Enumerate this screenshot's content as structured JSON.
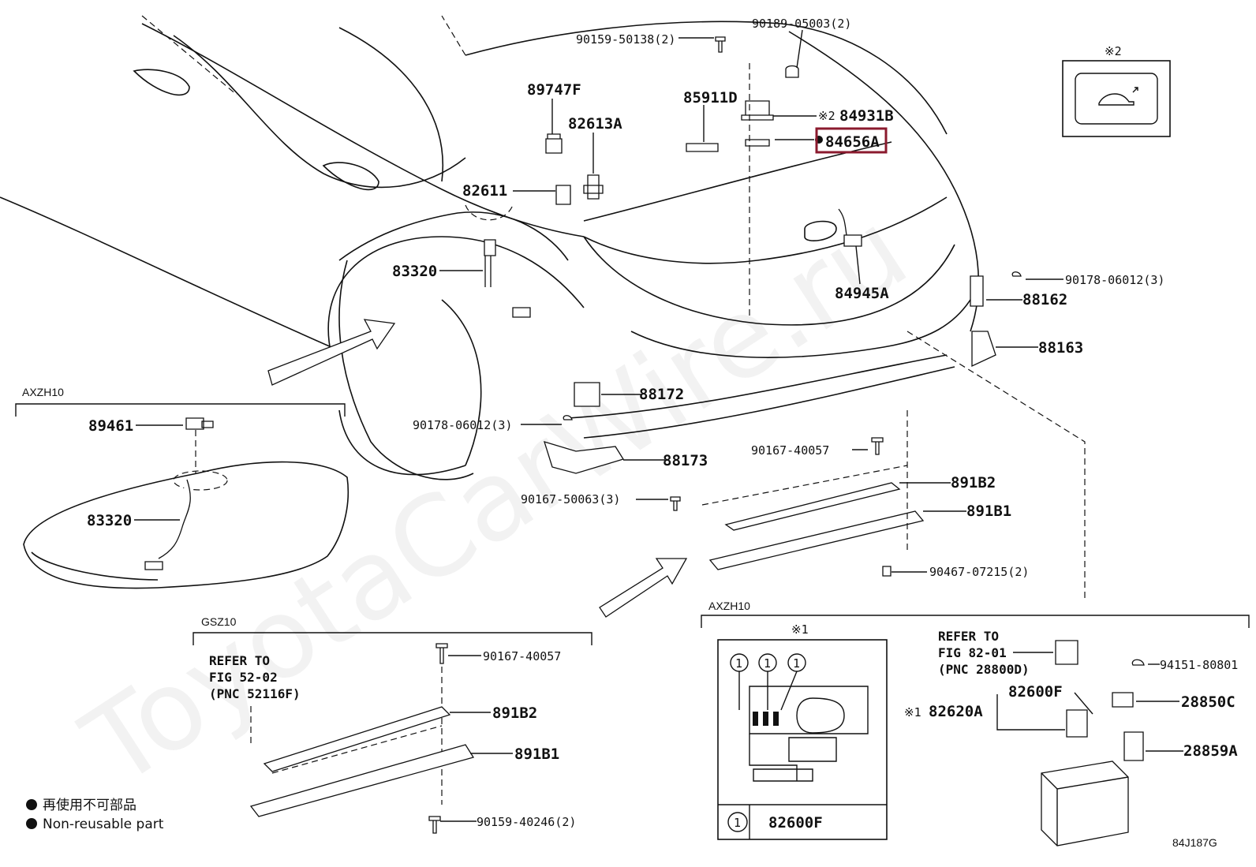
{
  "watermark": "ToyotaCarWire.ru",
  "figure_code": "84J187G",
  "highlight_color": "#8b1a2e",
  "sections": {
    "axzh10_left": "AXZH10",
    "gsz10": "GSZ10",
    "axzh10_right": "AXZH10"
  },
  "top_parts": {
    "p9015950138": "90159-50138(2)",
    "p9018905003": "90189-05003(2)",
    "p89747F": "89747F",
    "p82613A": "82613A",
    "p85911D": "85911D",
    "p84931B": "84931B",
    "mark_2": "※2",
    "p84656A": "84656A",
    "p82611": "82611",
    "p83320": "83320",
    "p84945A": "84945A",
    "p9017806012r": "90178-06012(3)",
    "p88162": "88162",
    "p88163": "88163",
    "p88172": "88172",
    "p9017806012l": "90178-06012(3)",
    "p88173": "88173",
    "p9016740057": "90167-40057",
    "p891B2": "891B2",
    "p9016750063": "90167-50063(3)",
    "p891B1": "891B1",
    "p9046707215": "90467-07215(2)"
  },
  "inset_switch": {
    "mark": "※2"
  },
  "axzh10_left": {
    "p89461": "89461",
    "p83320": "83320"
  },
  "gsz10": {
    "refer_line1": "REFER TO",
    "refer_line2": "FIG 52-02",
    "refer_line3": "(PNC 52116F)",
    "p9016740057": "90167-40057",
    "p891B2": "891B2",
    "p891B1": "891B1",
    "p9015940246": "90159-40246(2)"
  },
  "axzh10_right": {
    "mark_1": "※1",
    "circle_1": "1",
    "legend_part": "82600F",
    "refer_line1": "REFER TO",
    "refer_line2": "FIG 82-01",
    "refer_line3": "(PNC 28800D)",
    "p9415180801": "94151-80801",
    "p82600F": "82600F",
    "p28850C": "28850C",
    "p82620A_prefix": "※1",
    "p82620A": "82620A",
    "p28859A": "28859A"
  },
  "legend": {
    "jp": "再使用不可部品",
    "en": "Non-reusable part"
  }
}
